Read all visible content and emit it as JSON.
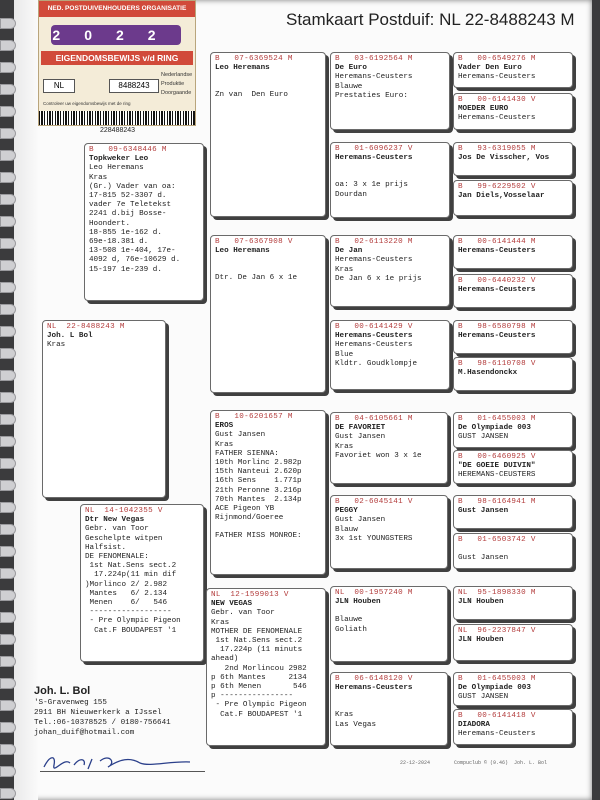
{
  "document": {
    "title": "Stamkaart Postduif: NL  22-8488243 M",
    "badge": {
      "header": "NED. POSTDUIVENHOUDERS ORGANISATIE",
      "year": "2022",
      "label": "EIGENDOMSBEWIJS v/d RING",
      "country": "NL",
      "number": "8488243",
      "options": [
        "Nederlandse",
        "Produktie",
        "Doorgaande"
      ],
      "small_print": "Controleer uw eigendomsbewijs met de ring",
      "barcode_number": "228488243"
    },
    "cards": {
      "subject": {
        "id": "NL  22-8488243 M",
        "lines": [
          "Joh. L Bol",
          "Kras"
        ]
      },
      "sire": {
        "id": "B   09-6348446 M",
        "lines": [
          "Topkweker Leo",
          "Leo Heremans",
          "Kras",
          "(Gr.) Vader van oa:",
          "17-815 52-3307 d.",
          "vader 7e Teletekst",
          "2241 d.bij Bosse-",
          "Hoondert.",
          "18-855 1e-162 d.",
          "69e-18.381 d.",
          "13-508 1e-404, 17e-",
          "4092 d, 76e-10629 d.",
          "15-197 1e-239 d."
        ]
      },
      "dam": {
        "id": "NL  14-1042355 V",
        "lines": [
          "Dtr New Vegas",
          "Gebr. van Toor",
          "Geschelpte witpen",
          "Halfsist.",
          "DE FENOMENALE:",
          " 1st Nat.Sens sect.2",
          "  17.224p(11 min dif",
          ")Morlinco 2/ 2.982",
          " Mantes   6/ 2.134",
          " Menen    6/   546",
          " ------------------",
          " - Pre Olympic Pigeon",
          "  Cat.F BOUDAPEST '1"
        ]
      },
      "ss": {
        "id": "B   07-6369524 M",
        "lines": [
          "Leo Heremans",
          "",
          "",
          "Zn van  Den Euro"
        ]
      },
      "sd": {
        "id": "B   07-6367908 V",
        "lines": [
          "Leo Heremans",
          "",
          "",
          "Dtr. De Jan 6 x 1e"
        ]
      },
      "ds": {
        "id": "B   10-6201657 M",
        "lines": [
          "EROS",
          "Gust Jansen",
          "Kras",
          "FATHER SIENNA:",
          "10th Morlinc 2.982p",
          "15th Nanteui 2.620p",
          "16th Sens    1.771p",
          "21th Peronne 3.216p",
          "70th Mantes  2.134p",
          "ACE Pigeon YB",
          "Rijnmond/Goeree",
          "",
          "FATHER MISS MONROE:"
        ]
      },
      "dd": {
        "id": "NL  12-1599013 V",
        "lines": [
          "NEW VEGAS",
          "Gebr. van Toor",
          "Kras",
          "MOTHER DE FENOMENALE",
          " 1st Nat.Sens sect.2",
          "  17.224p (11 minuts",
          "ahead)",
          "   2nd Morlincou 2982",
          "p 6th Mantes     2134",
          "p 6th Menen       546",
          "p ----------------",
          " - Pre Olympic Pigeon",
          "  Cat.F BOUDAPEST '1"
        ]
      },
      "sss": {
        "id": "B   03-6192564 M",
        "lines": [
          "De Euro",
          "Heremans-Ceusters",
          "Blauwe",
          "Prestaties Euro:"
        ]
      },
      "ssd": {
        "id": "B   01-6096237 V",
        "lines": [
          "Heremans-Ceusters",
          "",
          "",
          "oa: 3 x 1e prijs",
          "Dourdan"
        ]
      },
      "sds": {
        "id": "B   02-6113220 M",
        "lines": [
          "De Jan",
          "Heremans-Ceusters",
          "Kras",
          "De Jan 6 x 1e prijs"
        ]
      },
      "sdd": {
        "id": "B   00-6141429 V",
        "lines": [
          "Heremans-Ceusters",
          "Heremans-Ceusters",
          "Blue",
          "Kldtr. Goudklompje"
        ]
      },
      "dss": {
        "id": "B   04-6105661 M",
        "lines": [
          "DE FAVORIET",
          "Gust Jansen",
          "Kras",
          "Favoriet won 3 x 1e"
        ]
      },
      "dsd": {
        "id": "B   02-6045141 V",
        "lines": [
          "PEGGY",
          "Gust Jansen",
          "Blauw",
          "3x 1st YOUNGSTERS"
        ]
      },
      "dds": {
        "id": "NL  00-1957240 M",
        "lines": [
          "JLN Houben",
          "",
          "Blauwe",
          "Goliath"
        ]
      },
      "ddd": {
        "id": "B   06-6148120 V",
        "lines": [
          "Heremans-Ceusters",
          "",
          "",
          "Kras",
          "Las Vegas"
        ]
      },
      "g1": {
        "id": "B   00-6549276 M",
        "lines": [
          "Vader Den Euro",
          "Heremans-Ceusters"
        ]
      },
      "g2": {
        "id": "B   00-6141430 V",
        "lines": [
          "MOEDER EURO",
          "Heremans-Ceusters"
        ]
      },
      "g3": {
        "id": "B   93-6319055 M",
        "lines": [
          "Jos De Visscher, Vos"
        ]
      },
      "g4": {
        "id": "B   99-6229502 V",
        "lines": [
          "Jan Diels,Vosselaar"
        ]
      },
      "g5": {
        "id": "B   00-6141444 M",
        "lines": [
          "Heremans-Ceusters"
        ]
      },
      "g6": {
        "id": "B   00-6440232 V",
        "lines": [
          "Heremans-Ceusters"
        ]
      },
      "g7": {
        "id": "B   98-6580798 M",
        "lines": [
          "Heremans-Ceusters"
        ]
      },
      "g8": {
        "id": "B   98-6110708 V",
        "lines": [
          "M.Hasendonckx"
        ]
      },
      "g9": {
        "id": "B   01-6455003 M",
        "lines": [
          "De Olympiade 003",
          "GUST JANSEN"
        ]
      },
      "g10": {
        "id": "B   00-6460925 V",
        "lines": [
          "\"DE GOEIE DUIVIN\"",
          "HEREMANS-CEUSTERS"
        ]
      },
      "g11": {
        "id": "B   98-6164941 M",
        "lines": [
          "Gust Jansen"
        ]
      },
      "g12": {
        "id": "B   01-6503742 V",
        "lines": [
          "",
          "Gust Jansen"
        ]
      },
      "g13": {
        "id": "NL  95-1898330 M",
        "lines": [
          "JLN Houben"
        ]
      },
      "g14": {
        "id": "NL  96-2237847 V",
        "lines": [
          "JLN Houben"
        ]
      },
      "g15": {
        "id": "B   01-6455003 M",
        "lines": [
          "De Olympiade 003",
          "GUST JANSEN"
        ]
      },
      "g16": {
        "id": "B   00-6141418 V",
        "lines": [
          "DIADORA",
          "Heremans-Ceusters"
        ]
      }
    },
    "owner": {
      "name": "Joh. L. Bol",
      "lines": [
        "'S-Gravenweg 155",
        "2911 BH  Nieuwerkerk a IJssel",
        "Tel.:06-10378525 / 0180-756641",
        "johan_duif@hotmail.com"
      ]
    },
    "footer": "22-12-2024        Compuclub © (9.46)  Joh. L. Bol"
  }
}
